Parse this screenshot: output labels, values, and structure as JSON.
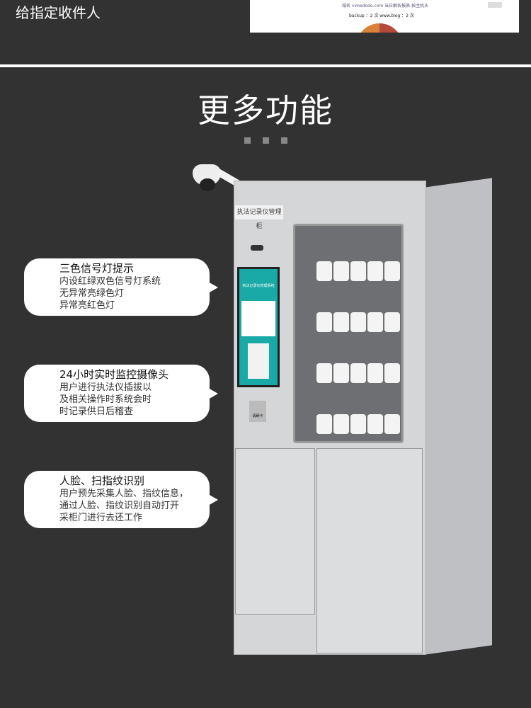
{
  "header": {
    "text": "给指定收件人"
  },
  "inset": {
    "report_title": "域名 vimedodo.com 当日解析报表-按主机头",
    "legend": "backup ：2 次  www.blog ：2 次"
  },
  "section": {
    "title": "更多功能"
  },
  "callouts": [
    {
      "title": "三色信号灯提示",
      "lines": [
        "内设红绿双色信号灯系统",
        "无异常亮绿色灯",
        "异常亮红色灯"
      ]
    },
    {
      "title": "24小时实时监控摄像头",
      "lines": [
        "用户进行执法仪插拔以",
        "及相关操作时系统会时",
        "时记录供日后稽查"
      ]
    },
    {
      "title": "人脸、扫指纹识别",
      "lines": [
        "用户预先采集人脸、指纹信息，",
        "通过人脸、指纹识别自动打开",
        "采柜门进行去还工作"
      ]
    }
  ],
  "cabinet": {
    "label": "执法记录仪管理柜",
    "screen_title": "执法记录仪管理系统",
    "card_label": "请刷卡"
  }
}
